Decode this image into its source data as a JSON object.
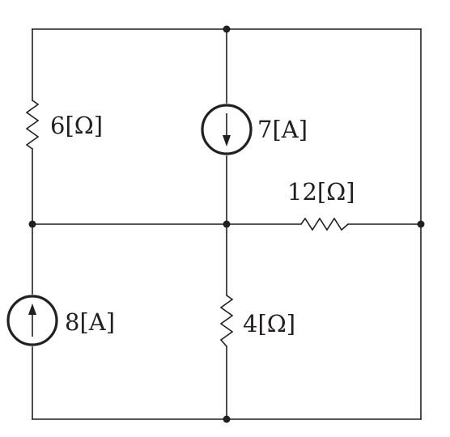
{
  "components": {
    "resistor_top_left": {
      "label": "6[Ω]"
    },
    "current_source_top_center": {
      "label": "7[A]",
      "direction": "down"
    },
    "resistor_middle_right": {
      "label": "12[Ω]"
    },
    "current_source_bottom_left": {
      "label": "8[A]",
      "direction": "up"
    },
    "resistor_bottom_center": {
      "label": "4[Ω]"
    }
  },
  "colors": {
    "ink": "#231f20",
    "background": "#ffffff"
  }
}
